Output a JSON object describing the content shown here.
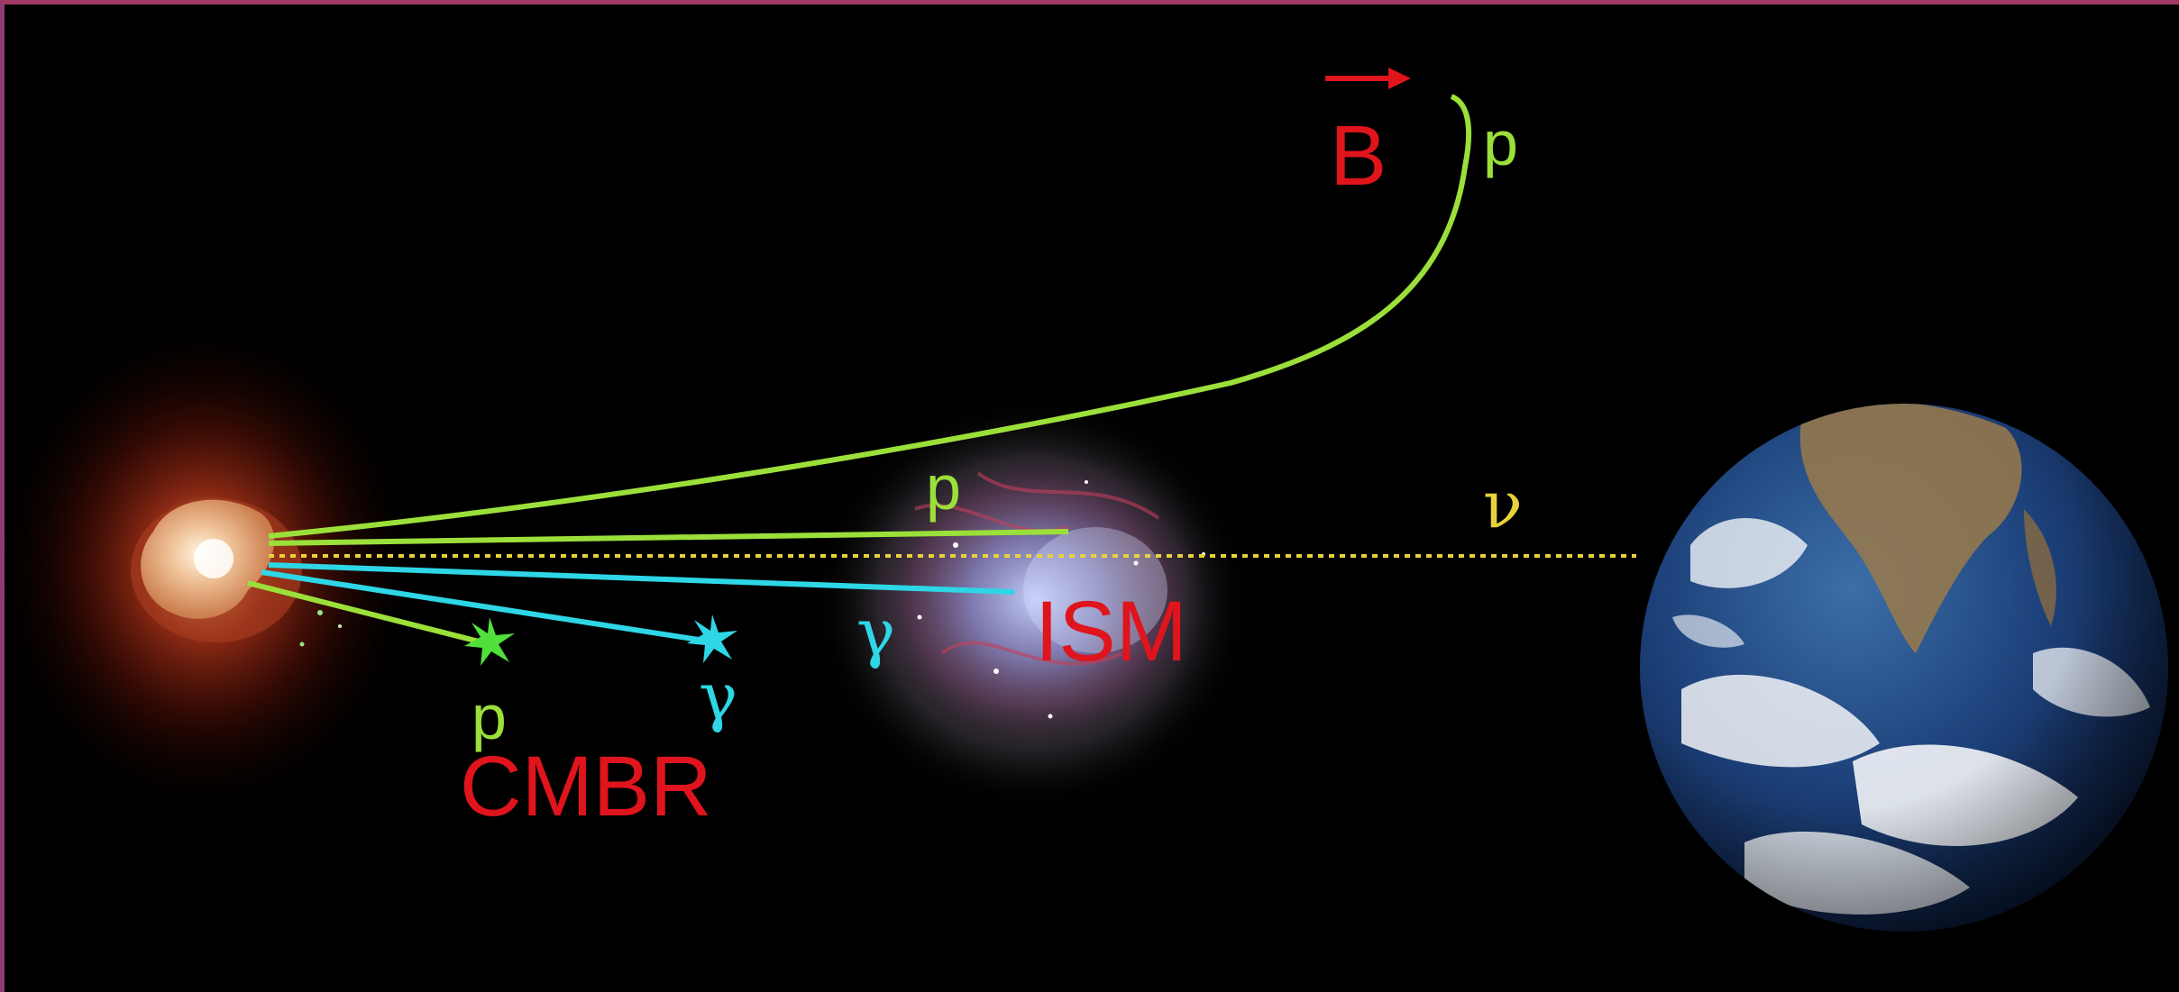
{
  "labels": {
    "b_field": "B",
    "p_curved": "p",
    "p_straight": "p",
    "nu": "ν",
    "gamma_ism": "γ",
    "ism": "ISM",
    "p_cmbr": "p",
    "gamma_cmbr": "γ",
    "cmbr": "CMBR"
  },
  "colors": {
    "proton": "#9be03a",
    "photon": "#2ed6e6",
    "neutrino": "#e8d23c",
    "label_red": "#e0141c",
    "background": "#000000"
  },
  "objects": {
    "source": "galaxy-source",
    "cloud": "ism-nebula",
    "target": "earth"
  }
}
